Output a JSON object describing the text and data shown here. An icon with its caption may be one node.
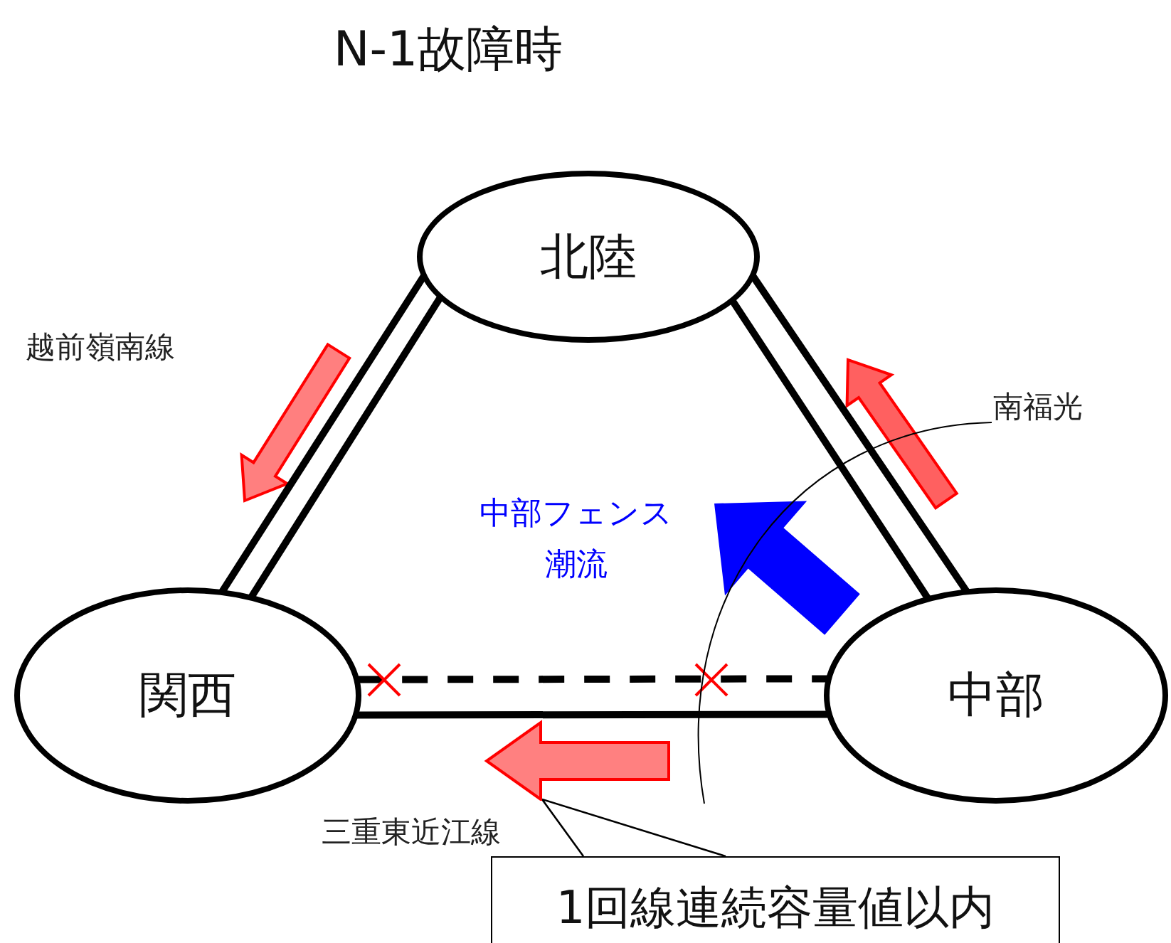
{
  "diagram": {
    "title": "N-1故障時",
    "nodes": [
      {
        "text": [
          "北陸"
        ]
      },
      {
        "text": [
          "関西"
        ]
      },
      {
        "text": [
          "中部"
        ]
      },
      {
        "text": [],
        "shape": "arrow"
      },
      {
        "text": [
          "1回線連続容量値以内"
        ]
      }
    ],
    "edges": [
      {
        "from": 0,
        "to": 1,
        "arrow": "none"
      },
      {
        "from": 0,
        "to": 1,
        "arrow": "none"
      },
      {
        "from": 0,
        "to": 2,
        "arrow": "none"
      },
      {
        "from": 0,
        "to": 2,
        "arrow": "none"
      },
      {
        "from": 1,
        "to": 2,
        "arrow": "none",
        "style": "dashed"
      },
      {
        "from": 1,
        "to": 2,
        "arrow": "none"
      },
      {
        "from": 4,
        "to": 3,
        "arrow": "none"
      }
    ],
    "labels": [
      "越前嶺南線",
      "南福光",
      "中部フェンス潮流",
      "三重東近江線"
    ]
  }
}
